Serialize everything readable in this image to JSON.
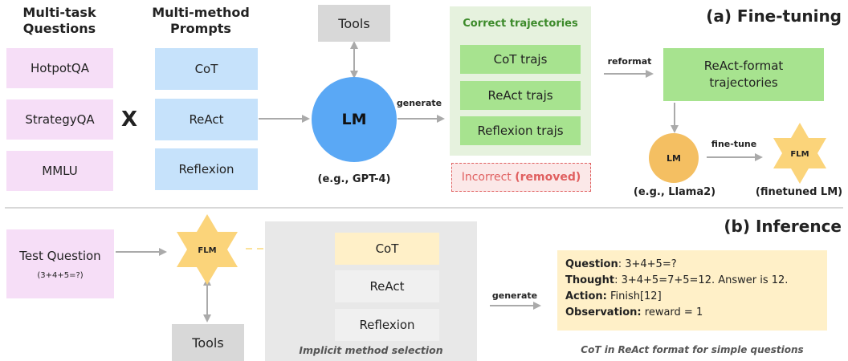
{
  "finetuning": {
    "title": "(a) Fine-tuning",
    "questions_header_1": "Multi-task",
    "questions_header_2": "Questions",
    "questions": [
      "HotpotQA",
      "StrategyQA",
      "MMLU"
    ],
    "cross_symbol": "X",
    "methods_header_1": "Multi-method",
    "methods_header_2": "Prompts",
    "methods": [
      "CoT",
      "ReAct",
      "Reflexion"
    ],
    "tools": "Tools",
    "lm": "LM",
    "lm_example": "(e.g., GPT-4)",
    "generate": "generate",
    "correct_header": "Correct trajectories",
    "trajectories": [
      "CoT trajs",
      "ReAct trajs",
      "Reflexion trajs"
    ],
    "incorrect_prefix": "Incorrect ",
    "incorrect_suffix": "(removed)",
    "reformat": "reformat",
    "react_format_1": "ReAct-format",
    "react_format_2": "trajectories",
    "lm2": "LM",
    "lm2_example": "(e.g., Llama2)",
    "finetune": "fine-tune",
    "flm": "FLM",
    "flm_caption": "(finetuned LM)"
  },
  "inference": {
    "title": "(b) Inference",
    "test_question": "Test Question",
    "test_example": "(3+4+5=?)",
    "flm": "FLM",
    "tools": "Tools",
    "methods": [
      "CoT",
      "ReAct",
      "Reflexion"
    ],
    "selection_caption": "Implicit method selection",
    "generate": "generate",
    "output": [
      {
        "key": "Question",
        "value": ": 3+4+5=?"
      },
      {
        "key": "Thought",
        "value": ": 3+4+5=7+5=12. Answer is 12."
      },
      {
        "key": "Action:",
        "value": " Finish[12]"
      },
      {
        "key": "Observation:",
        "value": " reward = 1"
      }
    ],
    "output_caption": "CoT in ReAct format for simple questions"
  },
  "colors": {
    "pink": "#f6def7",
    "blue": "#c6e2fb",
    "gray": "#d8d8d8",
    "green": "#a7e38f",
    "green_panel": "#e6f2de",
    "lm_blue": "#5aa8f5",
    "lm_orange": "#f4bf62",
    "star": "#fbd47a",
    "red": "#e06060",
    "yellow": "#fff0c8",
    "arrow": "#aaaaaa"
  }
}
